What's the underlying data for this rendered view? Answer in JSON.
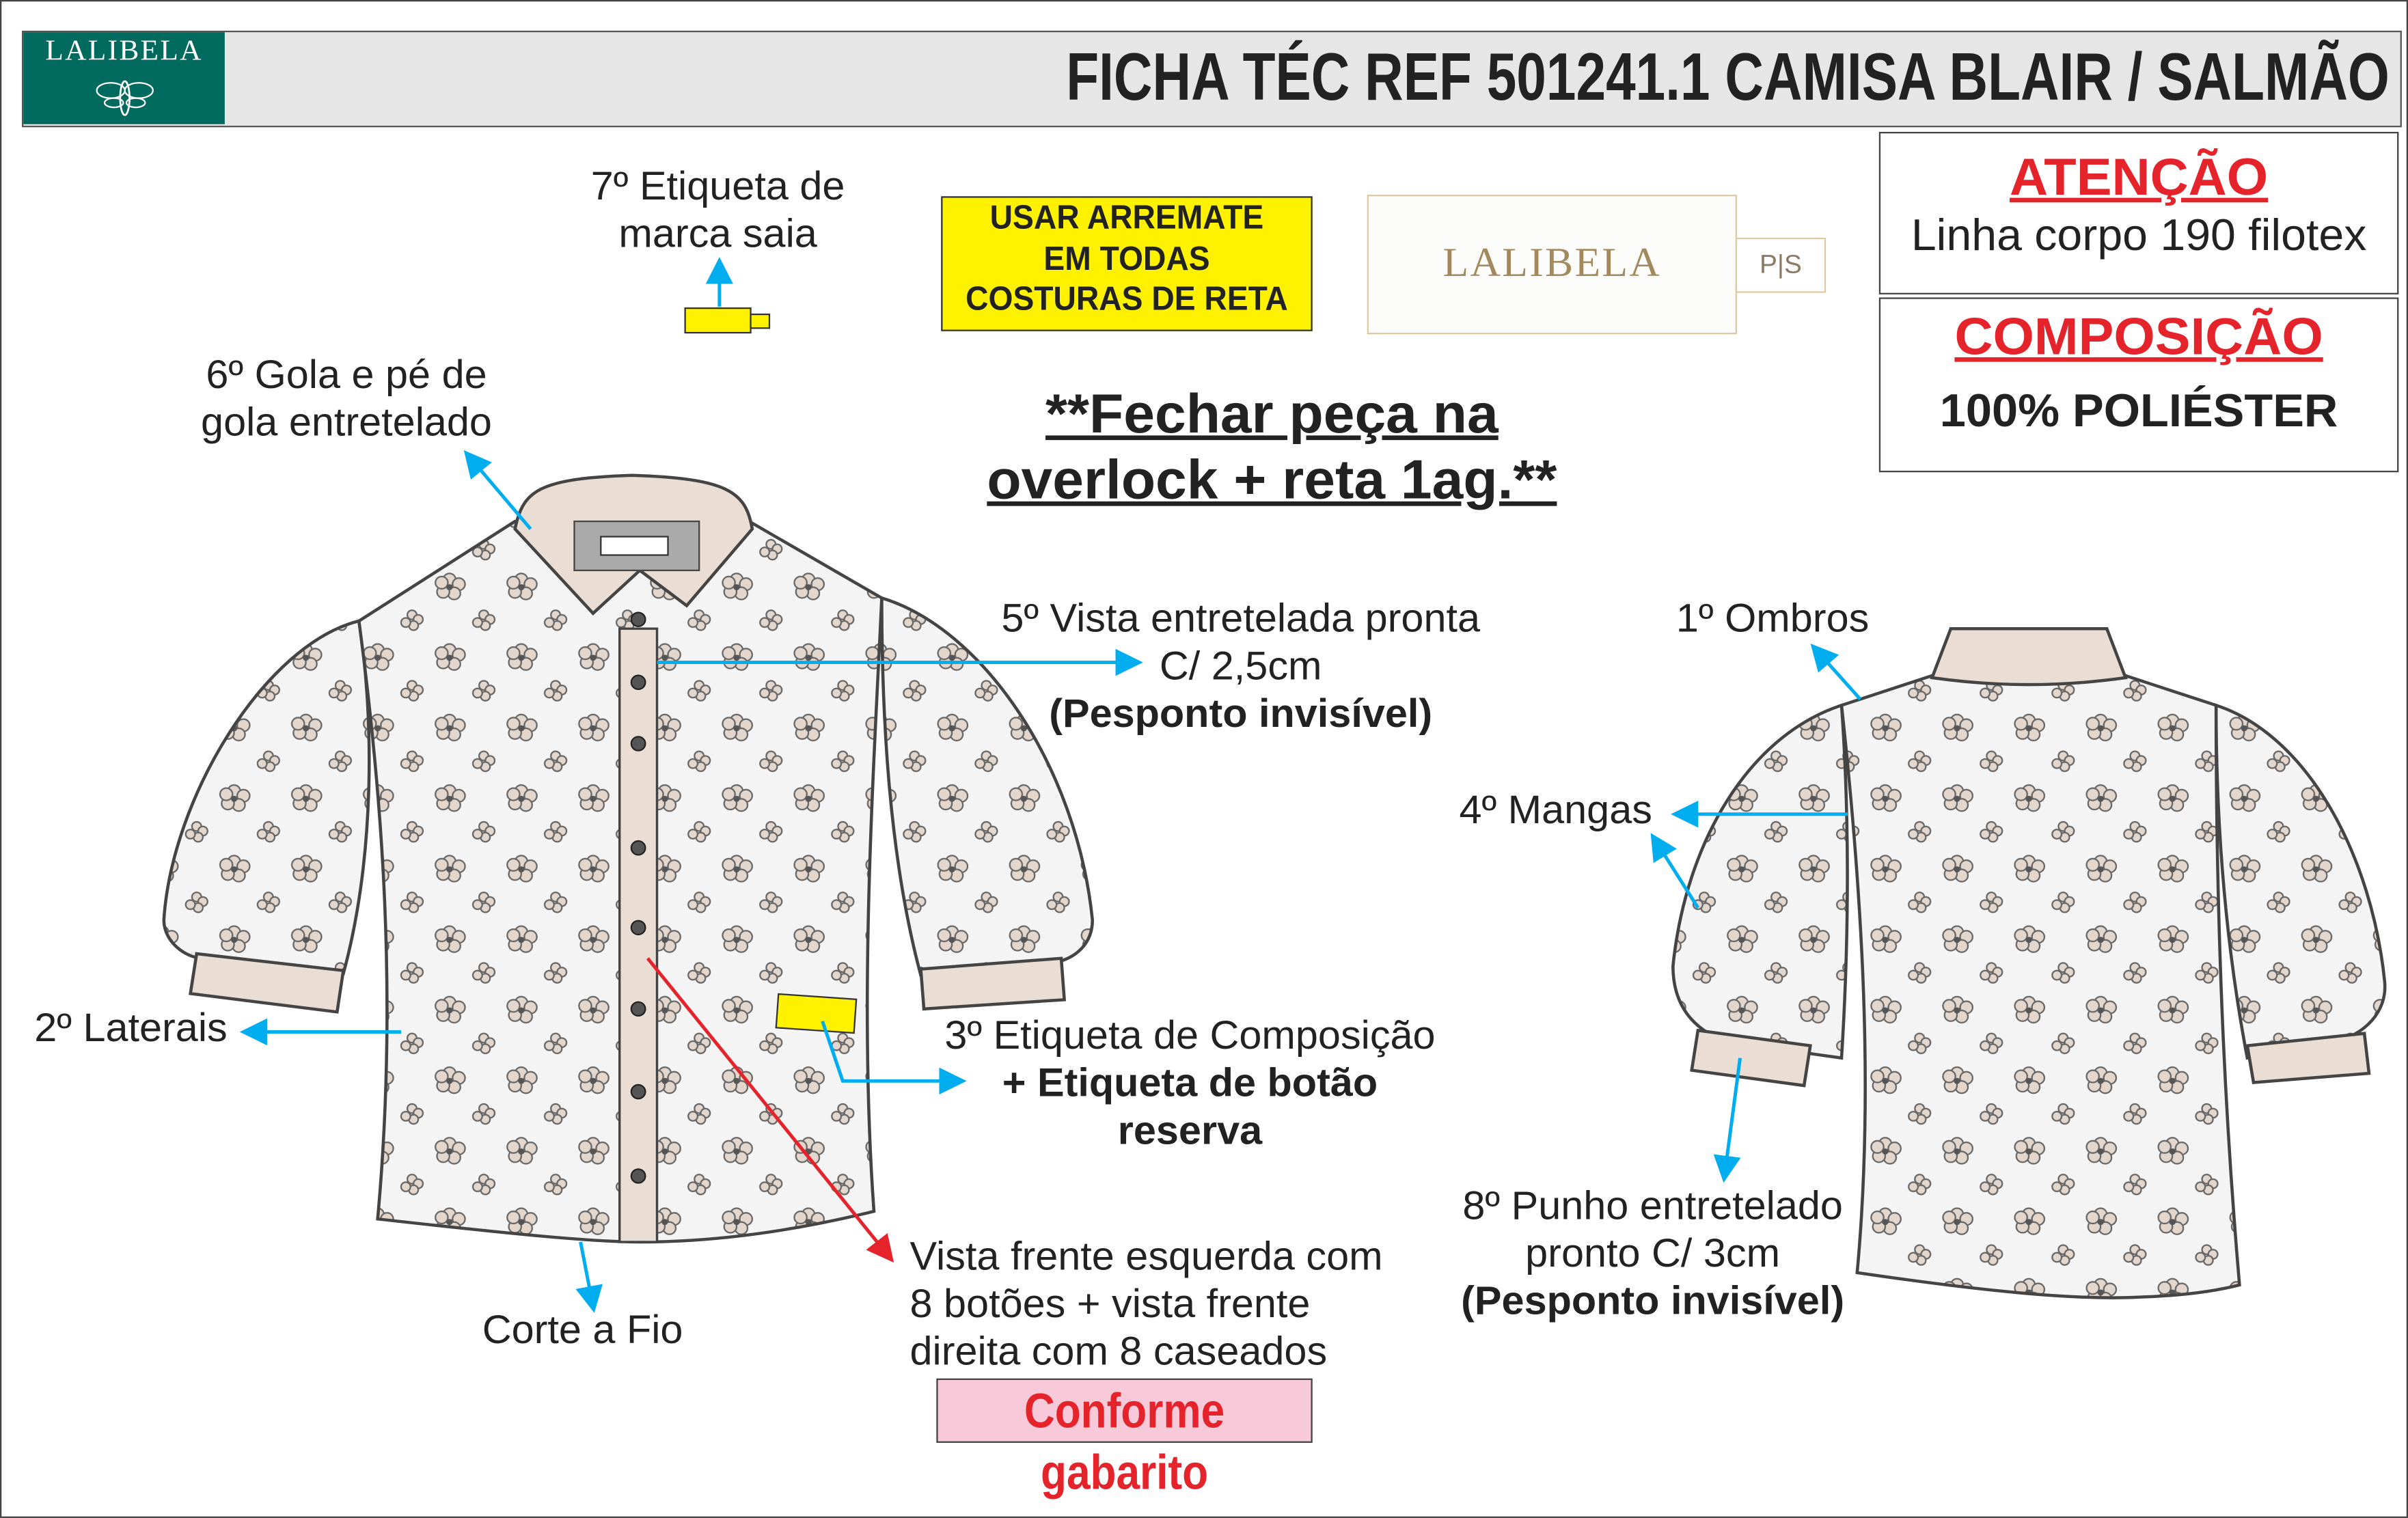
{
  "header": {
    "brand": "LALIBELA",
    "title": "FICHA TÉC REF 501241.1 CAMISA BLAIR / SALMÃO"
  },
  "attention": {
    "heading": "ATENÇÃO",
    "text": "Linha corpo 190 filotex"
  },
  "composition": {
    "heading": "COMPOSIÇÃO",
    "text": "100% POLIÉSTER"
  },
  "notice": {
    "lines": [
      "USAR ARREMATE",
      "EM TODAS",
      "COSTURAS DE RETA"
    ]
  },
  "brand_label": {
    "brand": "LALIBELA",
    "size_tag": "P|S"
  },
  "closing_note": {
    "line1": "**Fechar peça na",
    "line2": "overlock + reta 1ag.**"
  },
  "annotations": {
    "label7": [
      "7º Etiqueta de",
      "marca saia"
    ],
    "label6": [
      "6º Gola e pé de",
      "gola entretelado"
    ],
    "label5": [
      "5º Vista entretelada pronta",
      "C/ 2,5cm",
      "(Pesponto invisível)"
    ],
    "label2": "2º Laterais",
    "label3": [
      "3º Etiqueta de Composição",
      "+ Etiqueta de botão",
      "reserva"
    ],
    "corte": "Corte a Fio",
    "vista": [
      "Vista frente esquerda com",
      "8 botões + vista frente",
      "direita com 8 caseados"
    ],
    "gabarito": "Conforme gabarito",
    "label1": "1º Ombros",
    "label4": "4º Mangas",
    "label8": [
      "8º Punho entretelado",
      "pronto C/ 3cm",
      "(Pesponto invisível)"
    ]
  },
  "colors": {
    "accent_red": "#e5232b",
    "arrow_blue": "#00aeef",
    "logo_green": "#006a5e",
    "notice_yellow": "#fff200",
    "trim_beige": "#eaddd3"
  }
}
